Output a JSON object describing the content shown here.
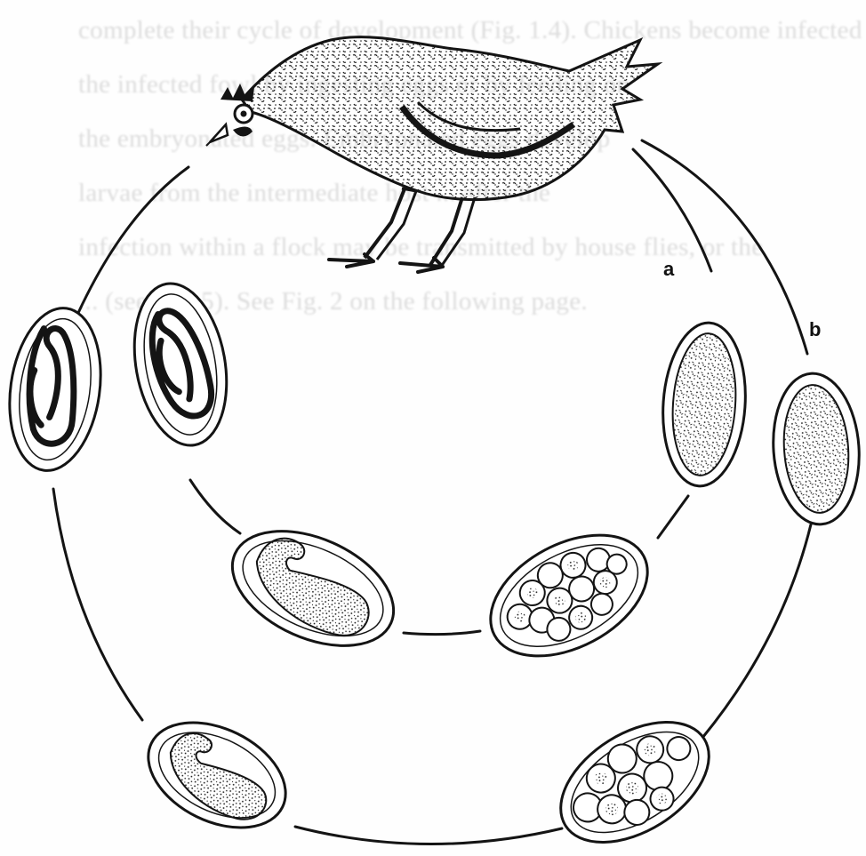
{
  "labels": {
    "a": "a",
    "b": "b"
  },
  "bleed_through_text": [
    "complete their cycle of development (Fig. 1.4). Chickens become infected",
    "the infected fowl by ingesting eggs or by feeding on",
    "the embryonated eggs. Embryonated eggs develop",
    "larvae from the intermediate host ... after the",
    "infection within a flock may be transmitted by house flies, or the",
    "... (see ... 1.5). See Fig. 2 on the following page."
  ],
  "colors": {
    "ink": "#141414",
    "paper": "#fefefe",
    "bleed": "#9a9a9a"
  }
}
